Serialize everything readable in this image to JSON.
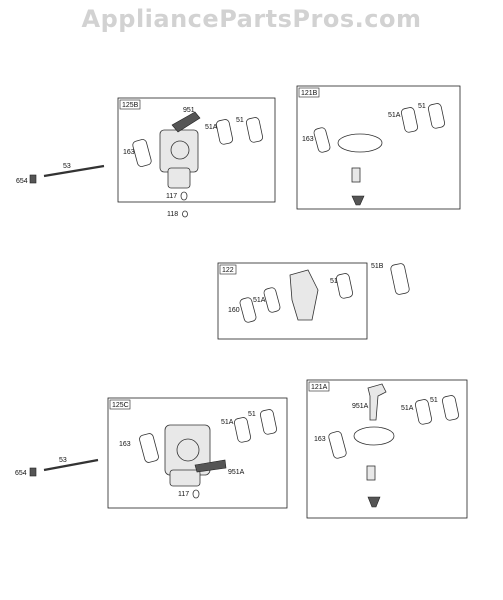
{
  "watermark": "AppliancePartsPros.com",
  "kits": {
    "k125b": "125B",
    "k121b": "121B",
    "k122": "122",
    "k125c": "125C",
    "k121a": "121A"
  },
  "labels": {
    "p654": "654",
    "p53": "53",
    "p163": "163",
    "p951": "951",
    "p51a": "51A",
    "p51": "51",
    "p117": "117",
    "p118": "118",
    "p51b": "51B",
    "p160": "160",
    "p951a": "951A"
  }
}
